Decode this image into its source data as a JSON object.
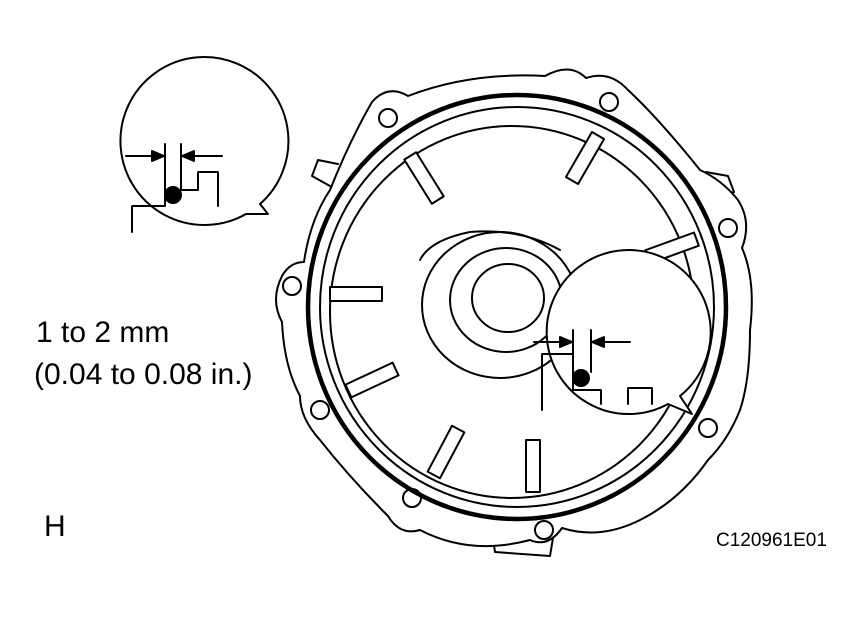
{
  "spec": {
    "clearance_mm": "1 to 2 mm",
    "clearance_in": "(0.04 to 0.08 in.)"
  },
  "view_letter": "H",
  "figure_id": "C120961E01",
  "colors": {
    "line": "#000000",
    "background": "#ffffff"
  }
}
